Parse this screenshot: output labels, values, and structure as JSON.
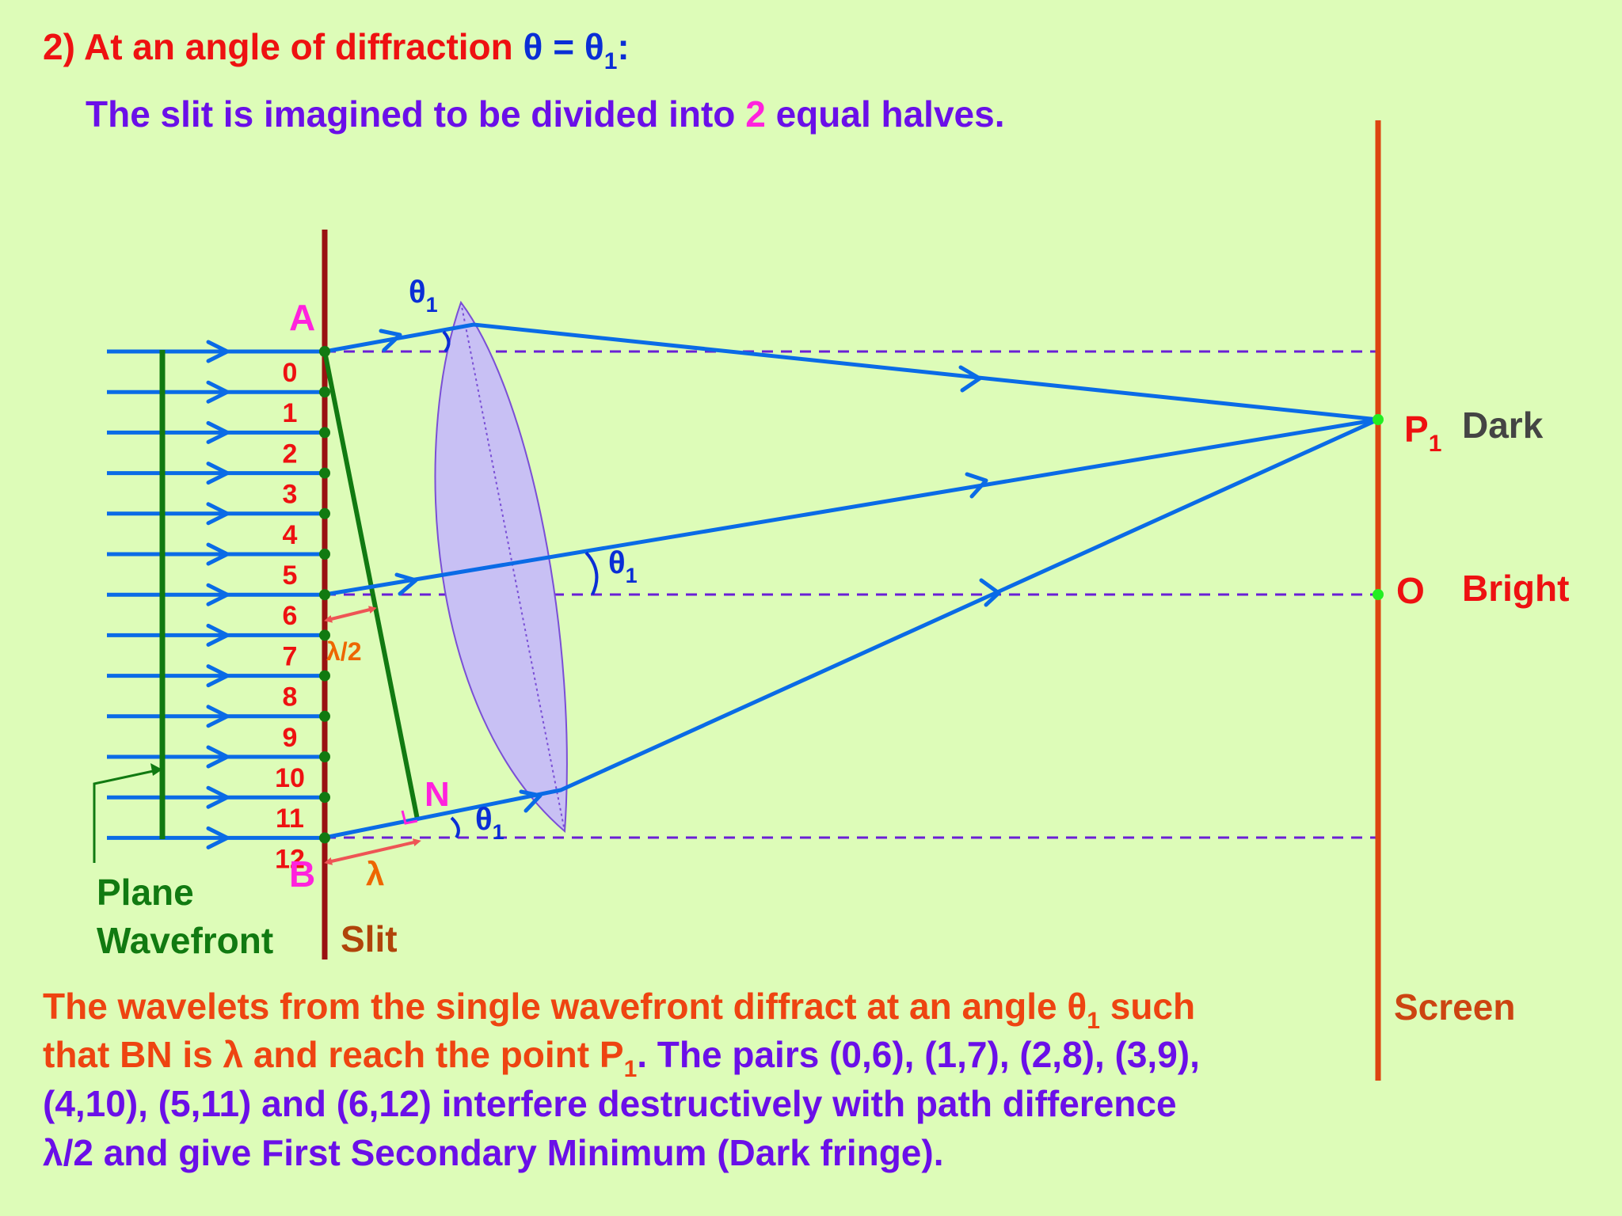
{
  "heading": {
    "prefix": "2) At an angle of diffraction ",
    "theta": "θ = θ",
    "sub": "1",
    "colon": ":"
  },
  "subheading": {
    "part1": "The slit is imagined to be divided into ",
    "num": "2",
    "part2": " equal halves."
  },
  "labels": {
    "A": "A",
    "B": "B",
    "N": "N",
    "theta": "θ",
    "theta_sub": "1",
    "lambda": "λ",
    "half_lambda": "λ/2",
    "P": "P",
    "P_sub": "1",
    "dark": "Dark",
    "O": "O",
    "bright": "Bright",
    "plane": "Plane",
    "wavefront": "Wavefront",
    "slit": "Slit",
    "screen": "Screen"
  },
  "wavelet_numbers": [
    "0",
    "1",
    "2",
    "3",
    "4",
    "5",
    "6",
    "7",
    "8",
    "9",
    "10",
    "11",
    "12"
  ],
  "paragraph": {
    "l1a": "The wavelets from the single wavefront diffract at an angle θ",
    "l1sub": "1",
    "l1b": " such",
    "l2a": "that BN is λ and reach the point P",
    "l2sub": "1",
    "l2b": ". The pairs (0,6), (1,7), (2,8), (3,9),",
    "l3": "(4,10), (5,11) and (6,12)  interfere destructively with path difference",
    "l4": "λ/2 and give First Secondary Minimum (Dark fringe)."
  },
  "colors": {
    "background": "#ddfcb8",
    "heading_red": "#ee1111",
    "theta_blue": "#0a2ed6",
    "purple_text": "#6a0fe8",
    "magenta": "#ff22dd",
    "ray_blue": "#0a6be6",
    "wavefront_green": "#117a11",
    "slit_brown": "#991111",
    "screen_orange": "#dd4411",
    "screen_label": "#cc4411",
    "dashed_purple": "#6a1fd6",
    "lens_fill": "#c8c0f4",
    "lens_stroke": "#7a4fd6",
    "number_red": "#ee1111",
    "lambda_orange": "#ee6600",
    "arrow_red": "#ee5555",
    "bright_green_dot": "#22ee22",
    "dark_gray": "#444444",
    "paragraph_orange": "#ee4411"
  }
}
